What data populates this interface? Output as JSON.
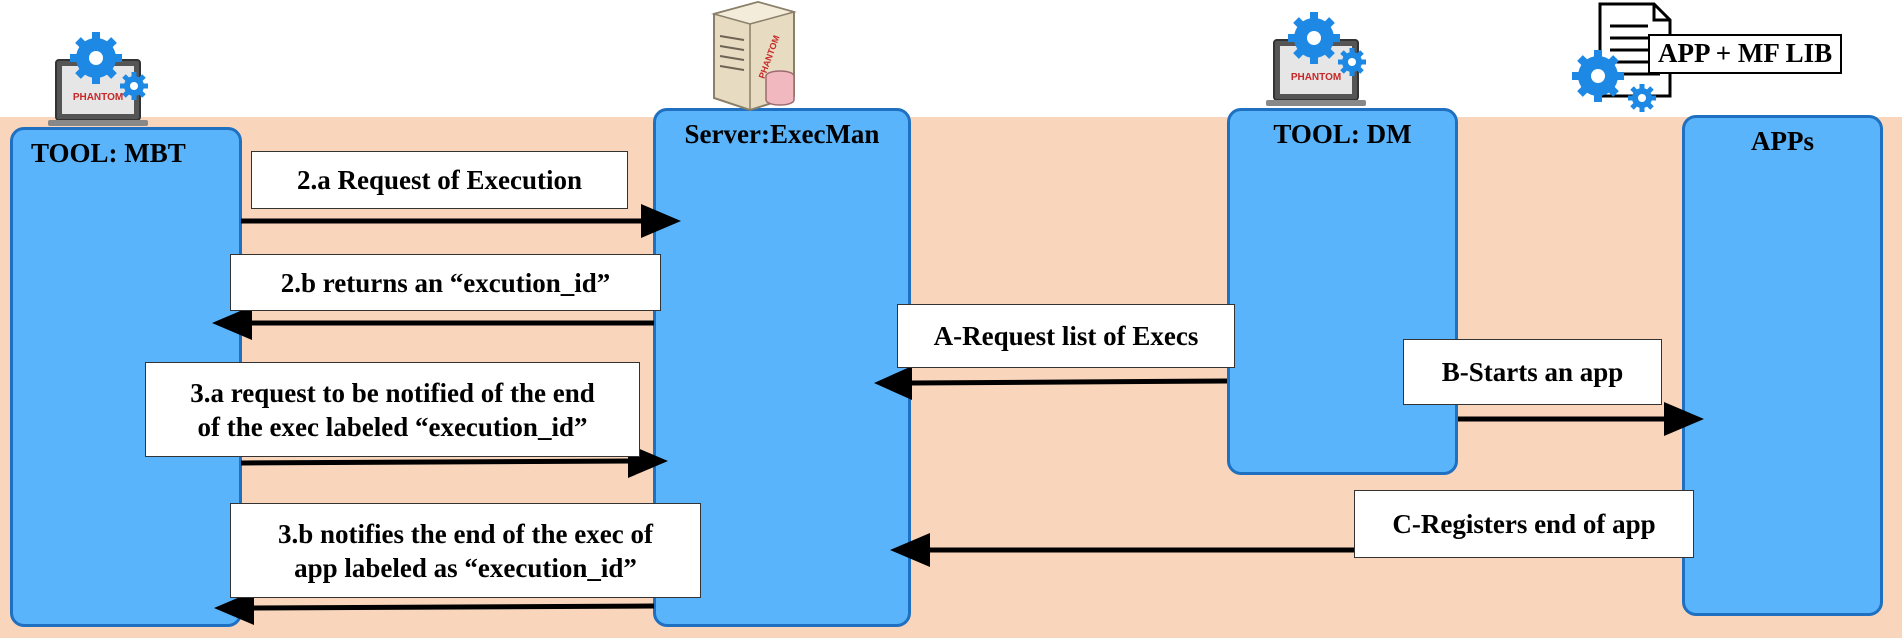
{
  "colors": {
    "band": "#f9d6bb",
    "lane_fill": "#5ab4fb",
    "lane_border": "#1f70c1",
    "gear": "#1e88e5",
    "arrow": "#000000"
  },
  "lanes": {
    "mbt": "TOOL: MBT",
    "execman": "Server:ExecMan",
    "dm": "TOOL: DM",
    "apps": "APPs"
  },
  "messages": {
    "m2a": "2.a Request of Execution",
    "m2b": "2.b returns an “excution_id”",
    "m3a_line1": "3.a request to be notified of the end",
    "m3a_line2": "of the exec  labeled “execution_id”",
    "m3b_line1": "3.b notifies the end of the exec of",
    "m3b_line2": "app labeled as “execution_id”",
    "mA": "A-Request list of Execs",
    "mB": "B-Starts an app",
    "mC": "C-Registers end of app"
  },
  "icons": {
    "mbt_icon": "laptop-gears-icon",
    "execman_icon": "server-database-icon",
    "dm_icon": "laptop-gears-icon",
    "apps_icon": "document-gears-icon",
    "apps_doc_label": "APP + MF LIB",
    "laptop_brand": "PHANTOM"
  }
}
